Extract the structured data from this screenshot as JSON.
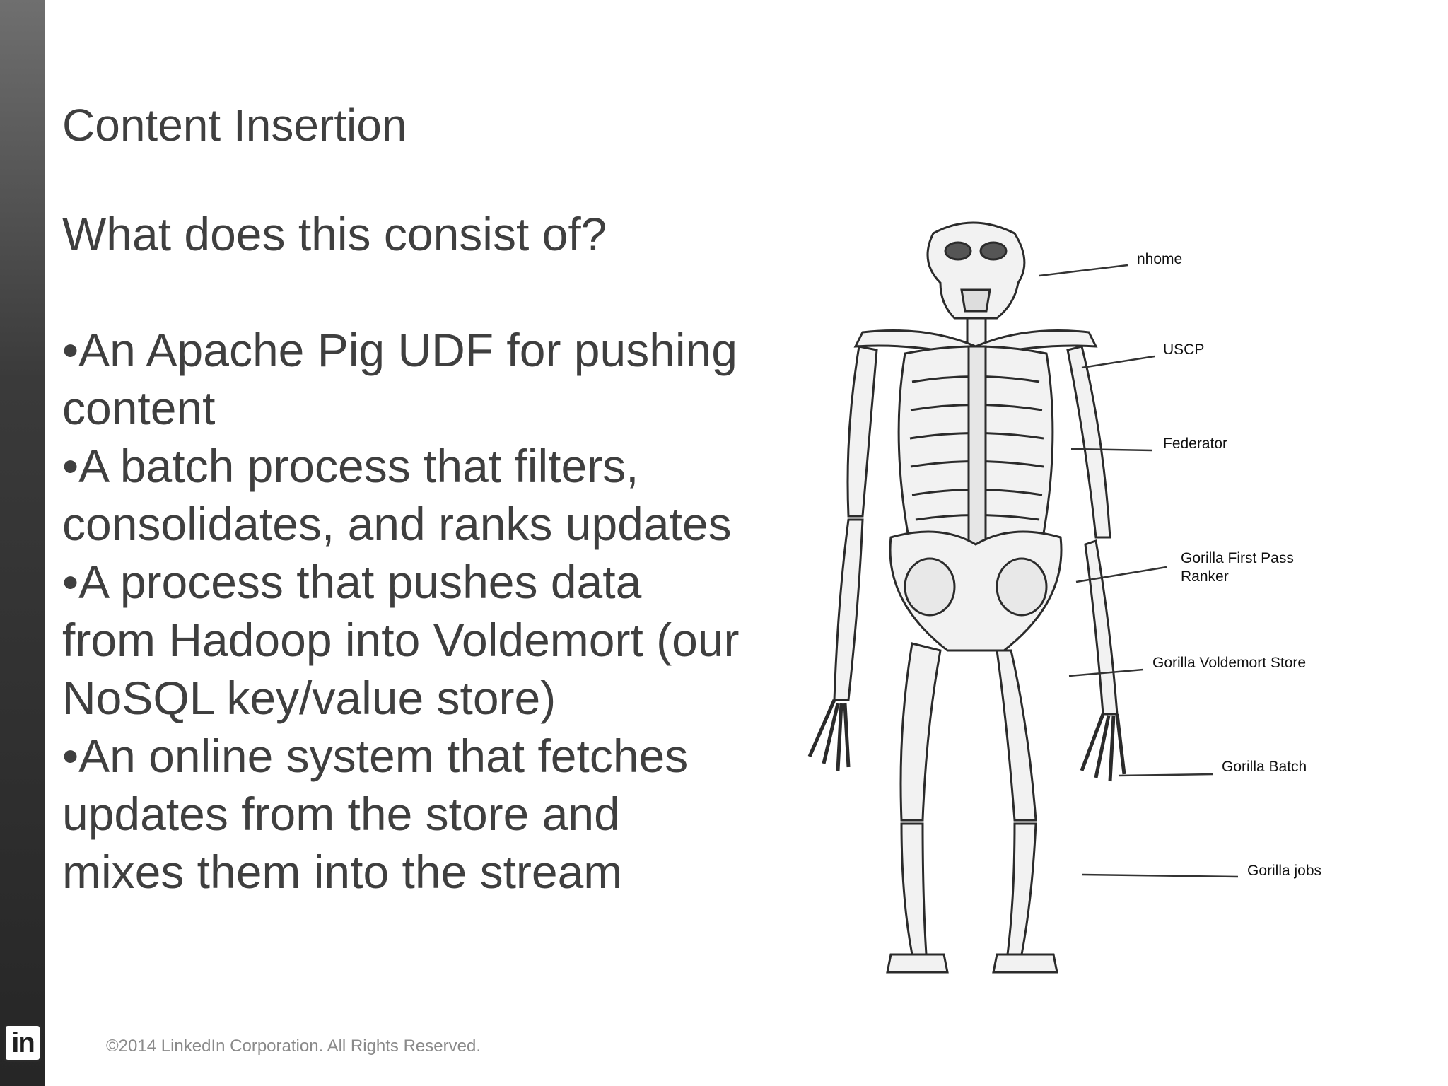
{
  "slide": {
    "title": "Content Insertion",
    "question": "What does this consist of?",
    "bullets": [
      "An Apache Pig UDF for pushing content",
      "A batch process that filters, consolidates, and ranks updates",
      "A process that pushes data from Hadoop into Voldemort (our NoSQL key/value store)",
      "An online system that fetches updates from the store and mixes them into the stream"
    ],
    "bullet_symbol": "•"
  },
  "diagram": {
    "labels": {
      "nhome": "nhome",
      "uscp": "USCP",
      "federator": "Federator",
      "ranker_line1": "Gorilla First Pass",
      "ranker_line2": "Ranker",
      "store": "Gorilla Voldemort Store",
      "batch": "Gorilla Batch",
      "jobs": "Gorilla jobs"
    }
  },
  "footer": {
    "copyright": "©2014 LinkedIn Corporation. All Rights Reserved.",
    "logo_text": "in"
  },
  "colors": {
    "text": "#3f3f3f",
    "sidebar": "#262626",
    "footer_text": "#8a8a8a"
  }
}
